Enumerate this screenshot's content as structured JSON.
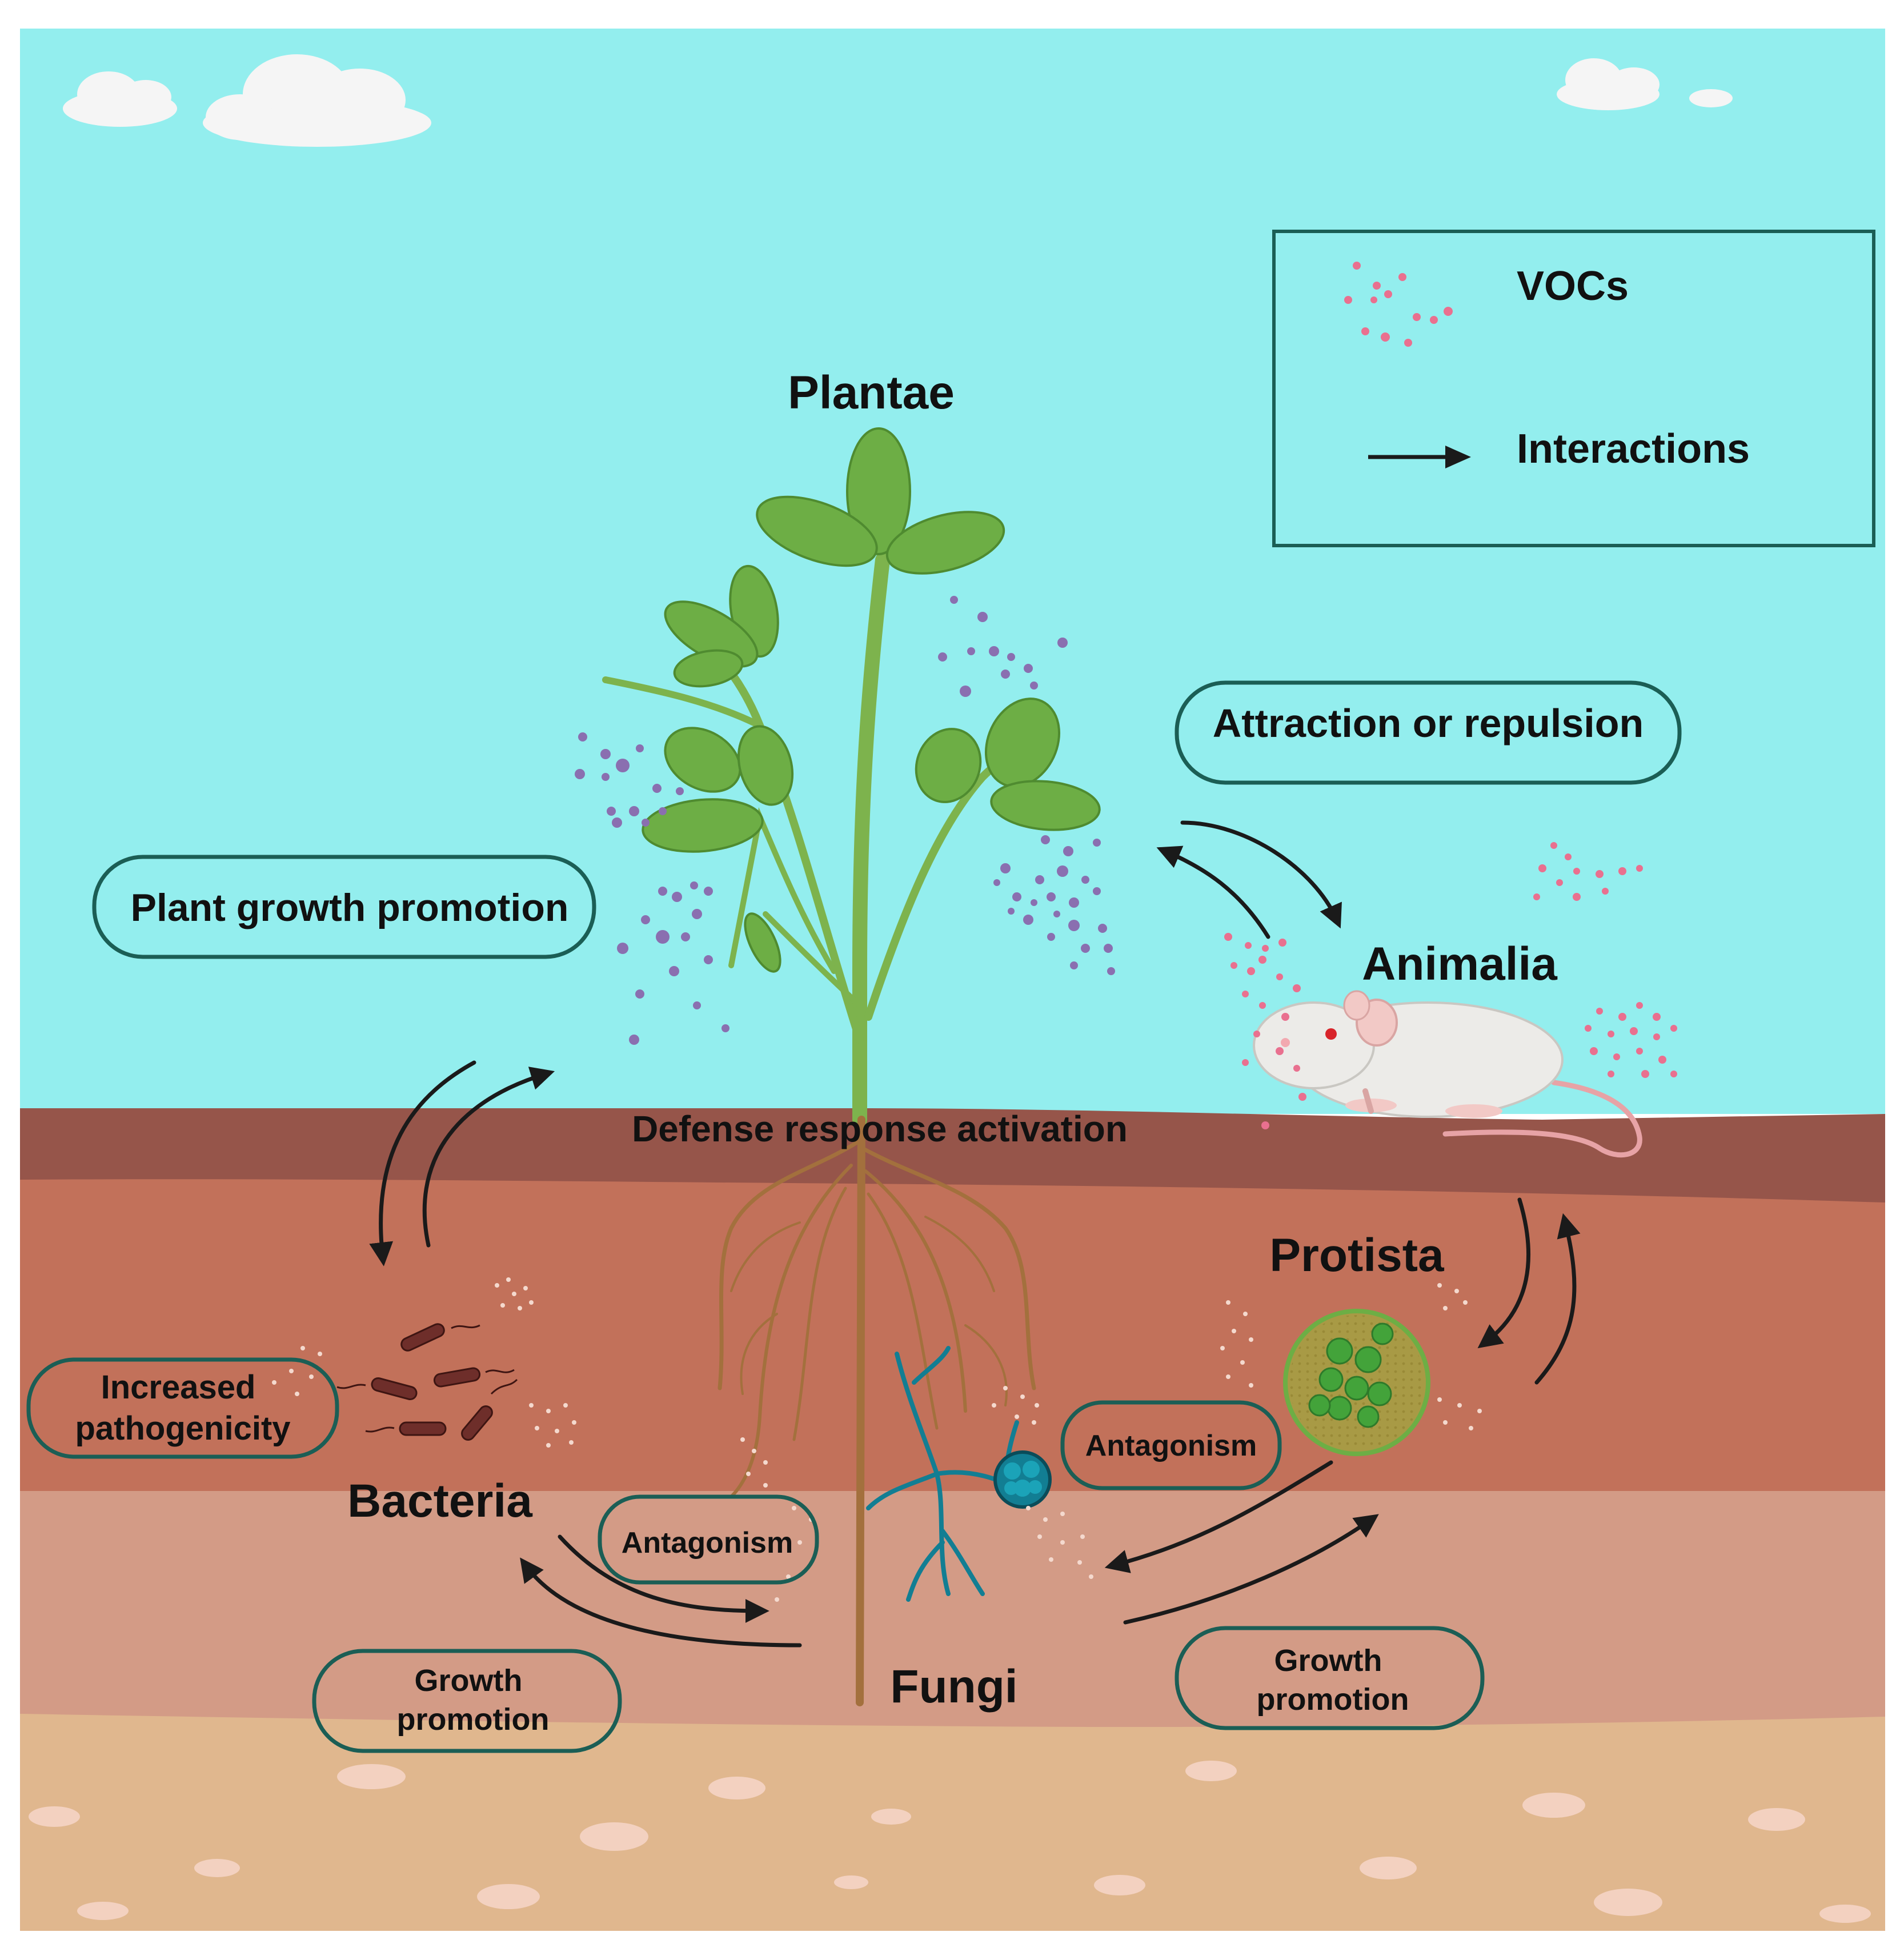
{
  "title": "",
  "colors": {
    "sky": "#93EEEE",
    "soil_top": "#96554A",
    "soil_mid": "#C2715A",
    "soil_low": "#D39B86",
    "soil_base": "#E0B78E",
    "pill_border": "#1B5E55",
    "voc_pink": "#E9708F",
    "voc_purple": "#8A6FB0",
    "leaf_green": "#6DAE45",
    "root_brown": "#A3703D",
    "hyphae_teal": "#127E93",
    "arrow": "#1A1A1A"
  },
  "legend": {
    "items": [
      {
        "label": "VOCs",
        "icon": "voc-dots-icon"
      },
      {
        "label": "Interactions",
        "icon": "arrow-icon"
      }
    ]
  },
  "kingdoms": {
    "plantae": "Plantae",
    "animalia": "Animalia",
    "protista": "Protista",
    "bacteria": "Bacteria",
    "fungi": "Fungi"
  },
  "interactions": {
    "attraction": "Attraction or repulsion",
    "plant_growth": "Plant growth promotion",
    "defense": "Defense response activation",
    "increased_path_1": "Increased",
    "increased_path_2": "pathogenicity",
    "antagonism_left": "Antagonism",
    "antagonism_right": "Antagonism",
    "growth_left_1": "Growth",
    "growth_left_2": "promotion",
    "growth_right_1": "Growth",
    "growth_right_2": "promotion"
  },
  "icons": [
    "cloud-icon",
    "plant-icon",
    "mouse-icon",
    "bacteria-icon",
    "protist-cell-icon",
    "fungal-spore-icon",
    "hyphae-icon",
    "root-system-icon"
  ]
}
